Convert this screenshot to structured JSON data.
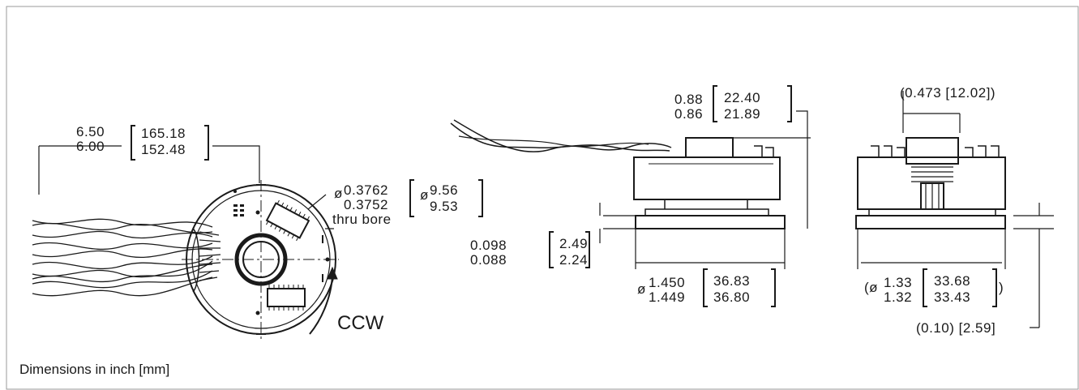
{
  "caption": "Dimensions in inch [mm]",
  "left_view": {
    "cable_length": {
      "in_max": "6.50",
      "in_min": "6.00",
      "mm_max": "165.18",
      "mm_min": "152.48"
    },
    "bore": {
      "symbol": "ø",
      "in_max": "0.3762",
      "in_min": "0.3752",
      "note": "thru bore",
      "mm_max": "9.56",
      "mm_min": "9.53"
    },
    "rotation": "CCW"
  },
  "side_view": {
    "height": {
      "in_max": "0.88",
      "in_min": "0.86",
      "mm_max": "22.40",
      "mm_min": "21.89"
    },
    "flange": {
      "in_max": "0.098",
      "in_min": "0.088",
      "mm_max": "2.49",
      "mm_min": "2.24"
    },
    "diameter": {
      "symbol": "ø",
      "in_max": "1.450",
      "in_min": "1.449",
      "mm_max": "36.83",
      "mm_min": "36.80"
    }
  },
  "end_view": {
    "width_top": "(0.473  [12.02])",
    "diameter": {
      "open": "(ø",
      "in_max": "1.33",
      "in_min": "1.32",
      "mm_max": "33.68",
      "mm_min": "33.43",
      "close": ")"
    },
    "offset": "(0.10)  [2.59]"
  }
}
